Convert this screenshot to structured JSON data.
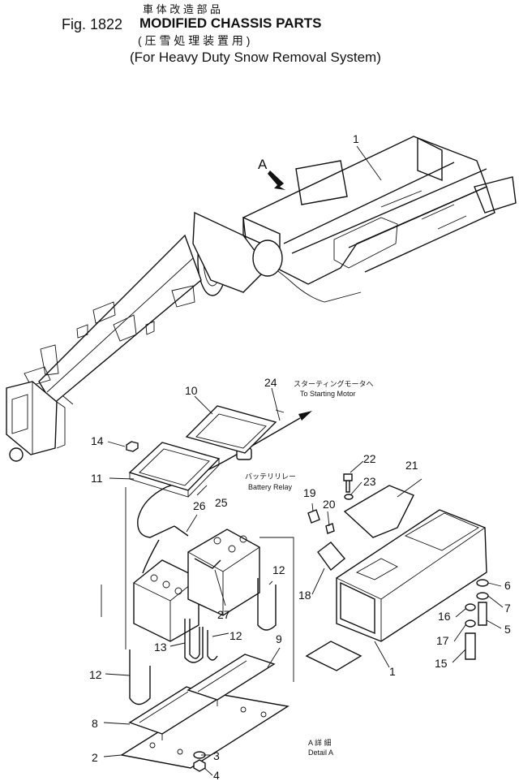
{
  "header": {
    "jp_title": "車 体 改 造 部 品",
    "fig_prefix": "Fig. 1822",
    "title": "MODIFIED CHASSIS PARTS",
    "jp_subtitle": "( 圧 雪 処 理 装 置 用 )",
    "subtitle": "(For Heavy Duty Snow Removal System)"
  },
  "view_marker": "A",
  "callouts": {
    "starting_motor_jp": "スターティングモータへ",
    "starting_motor_en": "To Starting Motor",
    "battery_relay_jp": "バッテリリレー",
    "battery_relay_en": "Battery Relay",
    "detail_jp": "A 詳 細",
    "detail_en": "Detail A"
  },
  "part_numbers": {
    "p1_top": "1",
    "p1_bottom": "1",
    "p2": "2",
    "p3": "3",
    "p4": "4",
    "p5": "5",
    "p6": "6",
    "p7": "7",
    "p8": "8",
    "p9": "9",
    "p10": "10",
    "p11": "11",
    "p12a": "12",
    "p12b": "12",
    "p12c": "12",
    "p13": "13",
    "p14": "14",
    "p15": "15",
    "p16": "16",
    "p17": "17",
    "p18": "18",
    "p19": "19",
    "p20": "20",
    "p21": "21",
    "p22": "22",
    "p23": "23",
    "p24": "24",
    "p25": "25",
    "p26": "26",
    "p27": "27"
  }
}
